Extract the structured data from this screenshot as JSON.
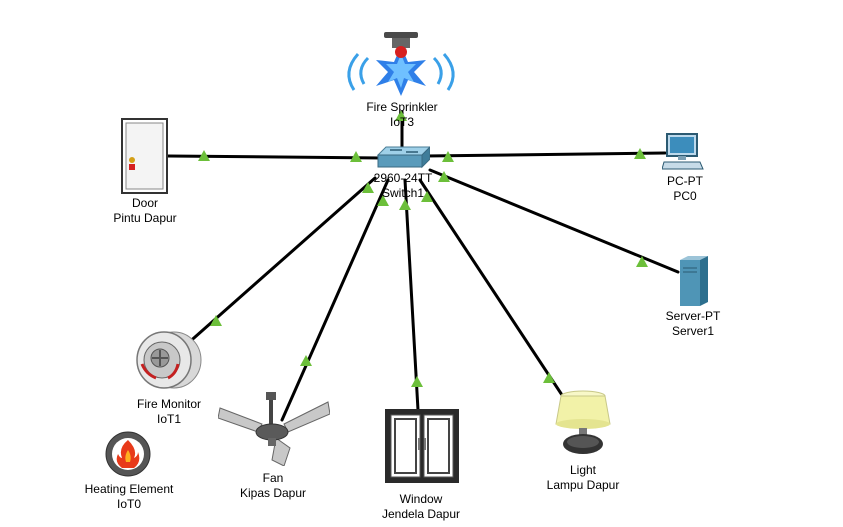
{
  "devices": {
    "fire_sprinkler": {
      "type": "Fire Sprinkler",
      "name": "IoT3"
    },
    "switch": {
      "type": "2960-24TT",
      "name": "Switch1"
    },
    "door": {
      "type": "Door",
      "name": "Pintu Dapur"
    },
    "pc": {
      "type": "PC-PT",
      "name": "PC0"
    },
    "server": {
      "type": "Server-PT",
      "name": "Server1"
    },
    "fire_monitor": {
      "type": "Fire Monitor",
      "name": "IoT1"
    },
    "fan": {
      "type": "Fan",
      "name": "Kipas Dapur"
    },
    "window": {
      "type": "Window",
      "name": "Jendela Dapur"
    },
    "light": {
      "type": "Light",
      "name": "Lampu Dapur"
    },
    "heating_element": {
      "type": "Heating Element",
      "name": "IoT0"
    }
  },
  "link_status_color": "#6cbf3a",
  "link_color": "#000000"
}
